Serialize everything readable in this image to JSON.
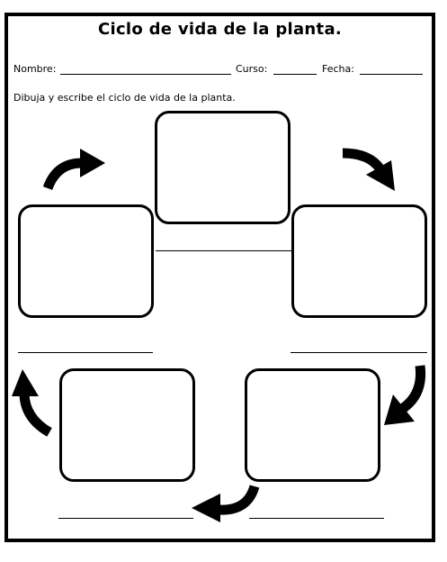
{
  "worksheet": {
    "title": "Ciclo de vida de la planta.",
    "fields": {
      "name_label": "Nombre:",
      "course_label": "Curso:",
      "date_label": "Fecha:"
    },
    "instruction": "Dibuja y escribe el ciclo de vida de la planta."
  },
  "icons": {
    "arrow": "curved-arrow-icon"
  },
  "colors": {
    "ink": "#000000",
    "paper": "#ffffff"
  }
}
